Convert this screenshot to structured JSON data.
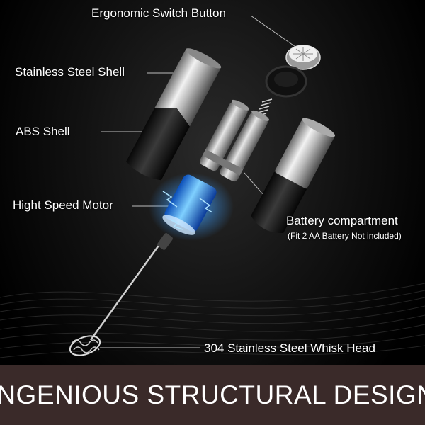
{
  "labels": {
    "switch": "Ergonomic Switch Button",
    "steel_shell": "Stainless Steel Shell",
    "abs_shell": "ABS Shell",
    "motor": "Hight Speed Motor",
    "battery": "Battery compartment",
    "battery_note": "(Fit 2 AA Battery Not included)",
    "whisk": "304 Stainless Steel Whisk Head"
  },
  "banner": {
    "title": "INGENIOUS STRUCTURAL DESIGN"
  },
  "colors": {
    "background": "#0d0d0d",
    "banner": "#3a2a29",
    "text": "#ffffff",
    "motor_glow": "#2f8fff"
  }
}
